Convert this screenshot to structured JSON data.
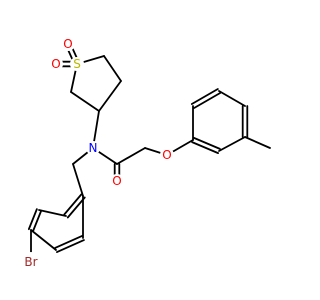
{
  "molecule": {
    "atoms": {
      "S": {
        "symbol": "S",
        "color": "#b8b800"
      },
      "O1": {
        "symbol": "O",
        "color": "#ff0000"
      },
      "O2": {
        "symbol": "O",
        "color": "#ff0000"
      },
      "N": {
        "symbol": "N",
        "color": "#0000ff"
      },
      "O3": {
        "symbol": "O",
        "color": "#ff0000"
      },
      "O4": {
        "symbol": "O",
        "color": "#ff0000"
      },
      "Br": {
        "symbol": "Br",
        "color": "#a52a2a"
      }
    },
    "bond_color": "#000000"
  }
}
